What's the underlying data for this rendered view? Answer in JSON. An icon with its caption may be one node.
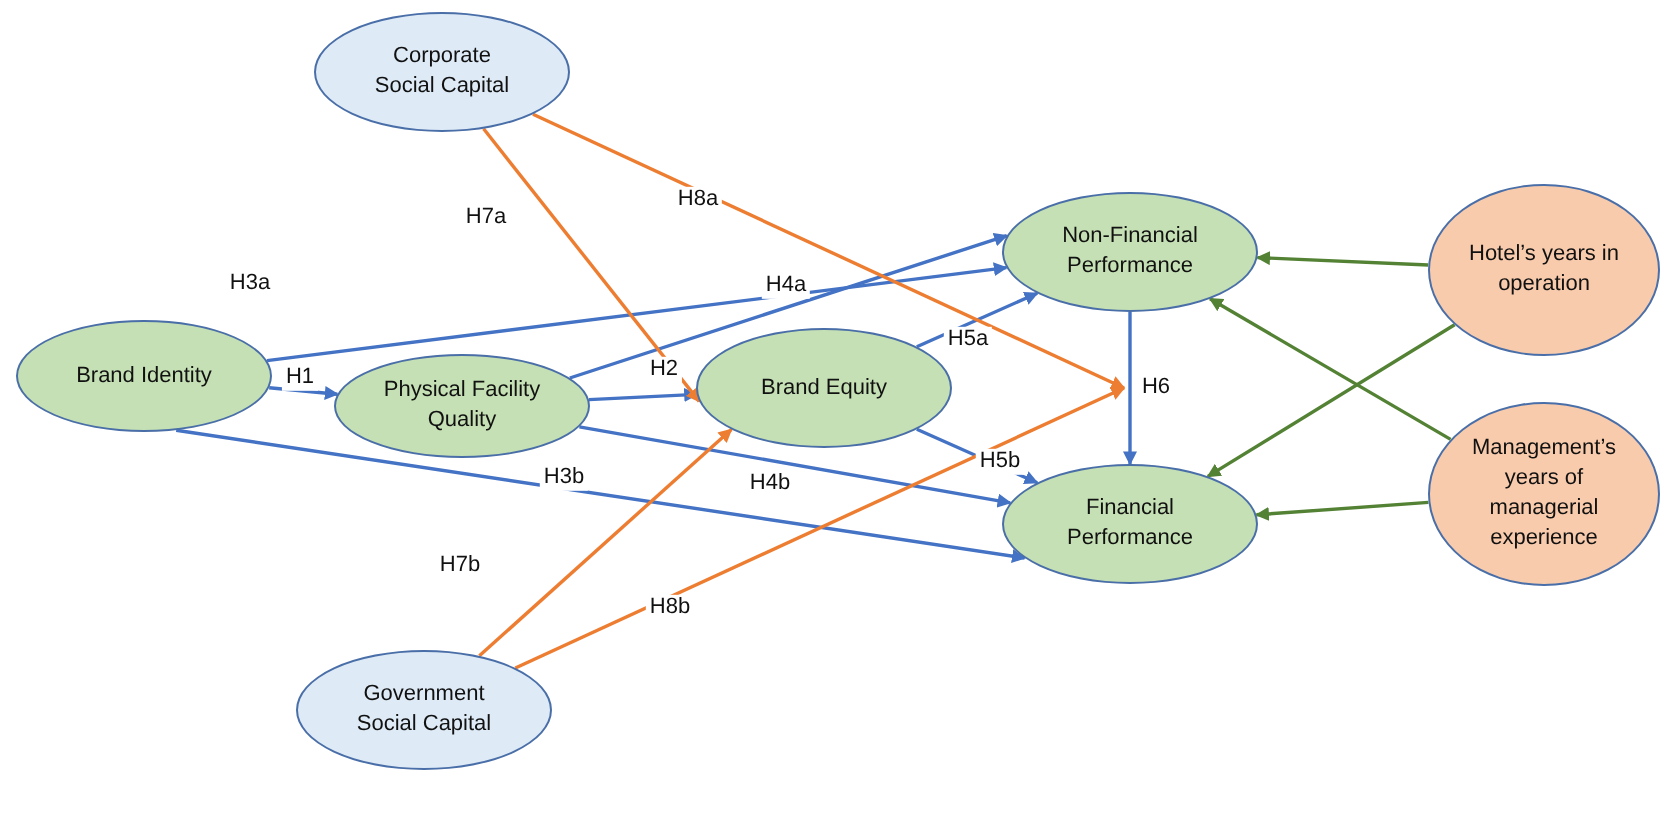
{
  "diagram": {
    "nodes": [
      {
        "text": [
          "Corporate Social Capital"
        ]
      },
      {
        "text": [
          "Brand Identity"
        ]
      },
      {
        "text": [
          "Physical Facility Quality"
        ]
      },
      {
        "text": [
          "Brand Equity"
        ]
      },
      {
        "text": [
          "Non-Financial Performance"
        ]
      },
      {
        "text": [
          "Financial Performance"
        ]
      },
      {
        "text": [
          "Government Social Capital"
        ]
      },
      {
        "text": [
          "Hotel’s years in operation"
        ]
      },
      {
        "text": [
          "Management’s years of managerial experience"
        ]
      }
    ],
    "edges": [
      {
        "from": 1,
        "to": 2,
        "arrow": "to",
        "label": "H1"
      },
      {
        "from": 1,
        "to": 4,
        "arrow": "to",
        "label": "H3a"
      },
      {
        "from": 1,
        "to": 5,
        "arrow": "to",
        "label": "H3b"
      },
      {
        "from": 2,
        "to": 3,
        "arrow": "to",
        "label": "H2"
      },
      {
        "from": 2,
        "to": 4,
        "arrow": "to",
        "label": "H4a"
      },
      {
        "from": 2,
        "to": 5,
        "arrow": "to",
        "label": "H4b"
      },
      {
        "from": 3,
        "to": 4,
        "arrow": "to",
        "label": "H5a"
      },
      {
        "from": 3,
        "to": 5,
        "arrow": "to",
        "label": "H5b"
      },
      {
        "from": 4,
        "to": 5,
        "arrow": "to",
        "label": "H6"
      },
      {
        "from": 0,
        "to": 3,
        "arrow": "to",
        "label": "H7a",
        "color": "#ed7d31"
      },
      {
        "from": 0,
        "to": null,
        "arrow": "to",
        "label": "H8a",
        "color": "#ed7d31"
      },
      {
        "from": 6,
        "to": 3,
        "arrow": "to",
        "label": "H7b",
        "color": "#ed7d31"
      },
      {
        "from": 6,
        "to": null,
        "arrow": "to",
        "label": "H8b",
        "color": "#ed7d31"
      },
      {
        "from": 7,
        "to": 4,
        "arrow": "to",
        "color": "#548235"
      },
      {
        "from": 7,
        "to": 5,
        "arrow": "to",
        "color": "#548235"
      },
      {
        "from": 8,
        "to": 4,
        "arrow": "to",
        "color": "#548235"
      },
      {
        "from": 8,
        "to": 5,
        "arrow": "to",
        "color": "#548235"
      }
    ]
  }
}
